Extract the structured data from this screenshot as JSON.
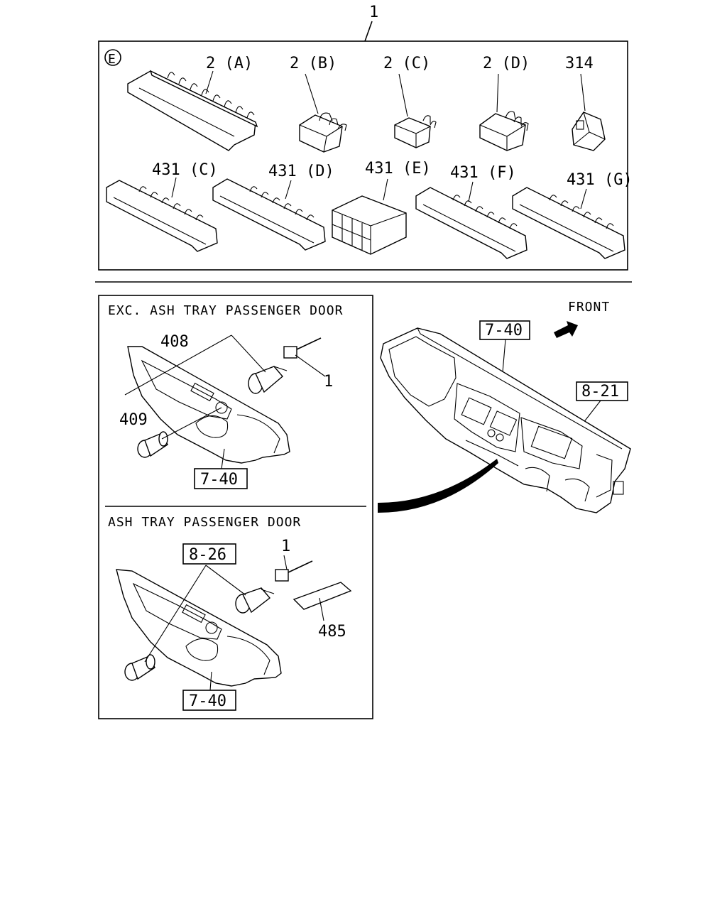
{
  "diagram": {
    "top_callout": "1",
    "connector_panel": {
      "region_marker": "E",
      "labels": {
        "a": "2 (A)",
        "b": "2 (B)",
        "c": "2 (C)",
        "d": "2 (D)",
        "p314": "314",
        "c431": "431 (C)",
        "d431": "431 (D)",
        "e431": "431 (E)",
        "f431": "431 (F)",
        "g431": "431 (G)"
      }
    },
    "exc_panel": {
      "title": "EXC. ASH TRAY PASSENGER DOOR",
      "labels": {
        "p408": "408",
        "p409": "409",
        "p1": "1",
        "ref": "7-40"
      }
    },
    "ash_panel": {
      "title": "ASH TRAY PASSENGER DOOR",
      "labels": {
        "ref826": "8-26",
        "p1": "1",
        "p485": "485",
        "ref": "7-40"
      }
    },
    "dashboard": {
      "front_label": "FRONT",
      "ref740": "7-40",
      "ref821": "8-21"
    }
  }
}
